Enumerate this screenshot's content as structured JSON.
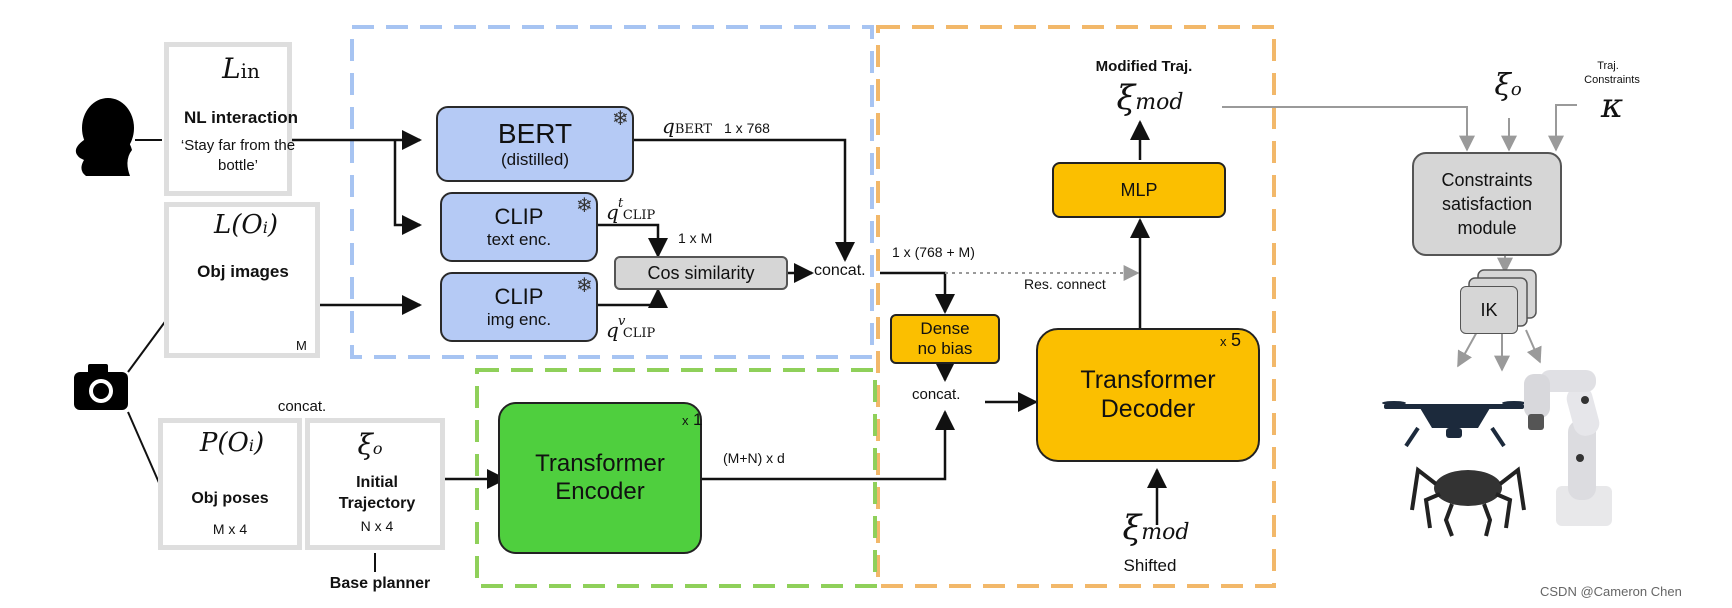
{
  "inputs": {
    "nl_symbol": "L",
    "nl_symbol_sub": "in",
    "nl_title": "NL interaction",
    "nl_quote": "‘Stay far from the bottle’",
    "obj_img_symbol": "L(O",
    "obj_img_symbol_sub": "i",
    "obj_img_symbol_close": ")",
    "obj_img_title": "Obj images",
    "obj_img_count": "M",
    "pose_symbol": "P(O",
    "pose_symbol_sub": "i",
    "pose_symbol_close": ")",
    "pose_title": "Obj poses",
    "pose_dim": "M x 4",
    "traj_symbol": "ξ",
    "traj_symbol_sub": "o",
    "traj_title_1": "Initial",
    "traj_title_2": "Trajectory",
    "traj_dim": "N x 4",
    "concat_top": "concat.",
    "base_planner": "Base planner"
  },
  "encoders": {
    "bert_title": "BERT",
    "bert_sub": "(distilled)",
    "clip_text_title": "CLIP",
    "clip_text_sub": "text enc.",
    "clip_img_title": "CLIP",
    "clip_img_sub": "img enc.",
    "cos": "Cos similarity",
    "concat": "concat.",
    "q_bert": "q",
    "q_bert_sub": "BERT",
    "q_bert_dim": "1 x 768",
    "q_clip_t": "q",
    "q_clip_t_sup": "t",
    "q_clip_t_sub": "CLIP",
    "q_clip_v": "q",
    "q_clip_v_sup": "v",
    "q_clip_v_sub": "CLIP",
    "one_by_m": "1 x M",
    "frozen": "❄"
  },
  "encoder_block": {
    "title_1": "Transformer",
    "title_2": "Encoder",
    "repeat": "x",
    "repeat_n": "1",
    "out_dim": "(M+N) x d"
  },
  "decoder_block": {
    "dense_1": "Dense",
    "dense_2": "no bias",
    "concat": "concat.",
    "concat_dim": "1 x (768 + M)",
    "res_connect": "Res. connect",
    "title_1": "Transformer",
    "title_2": "Decoder",
    "repeat": "x",
    "repeat_n": "5",
    "mlp": "MLP",
    "modified": "Modified Traj.",
    "xi_mod": "ξ",
    "xi_mod_sub": "mod",
    "shifted": "Shifted"
  },
  "constraints": {
    "xi_o": "ξ",
    "xi_o_sub": "o",
    "traj_constraints_1": "Traj.",
    "traj_constraints_2": "Constraints",
    "kappa": "κ",
    "module_1": "Constraints",
    "module_2": "satisfaction",
    "module_3": "module",
    "ik": "IK"
  },
  "watermark": "CSDN @Cameron Chen",
  "colors": {
    "blue_dash": "#a7c4f2",
    "orange_dash": "#f2b86a",
    "green_dash": "#8fd05a",
    "blue_fill": "#b5caf5",
    "orange_fill": "#fbbf00",
    "green_fill": "#4fcf3e"
  }
}
